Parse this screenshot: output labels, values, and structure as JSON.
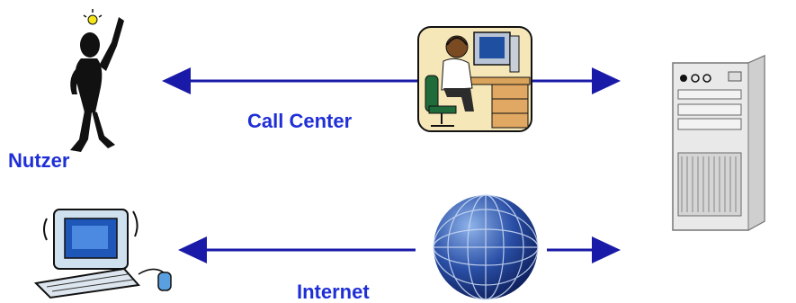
{
  "labels": {
    "user": "Nutzer",
    "call_center": "Call Center",
    "internet": "Internet"
  },
  "colors": {
    "label": "#1f2fd6",
    "arrow": "#1a1aa8",
    "figure": "#111111"
  },
  "icons": {
    "user": "person-with-idea-icon",
    "call_center": "call-center-agent-icon",
    "computer": "desktop-computer-icon",
    "globe": "globe-icon",
    "server": "server-tower-icon"
  }
}
